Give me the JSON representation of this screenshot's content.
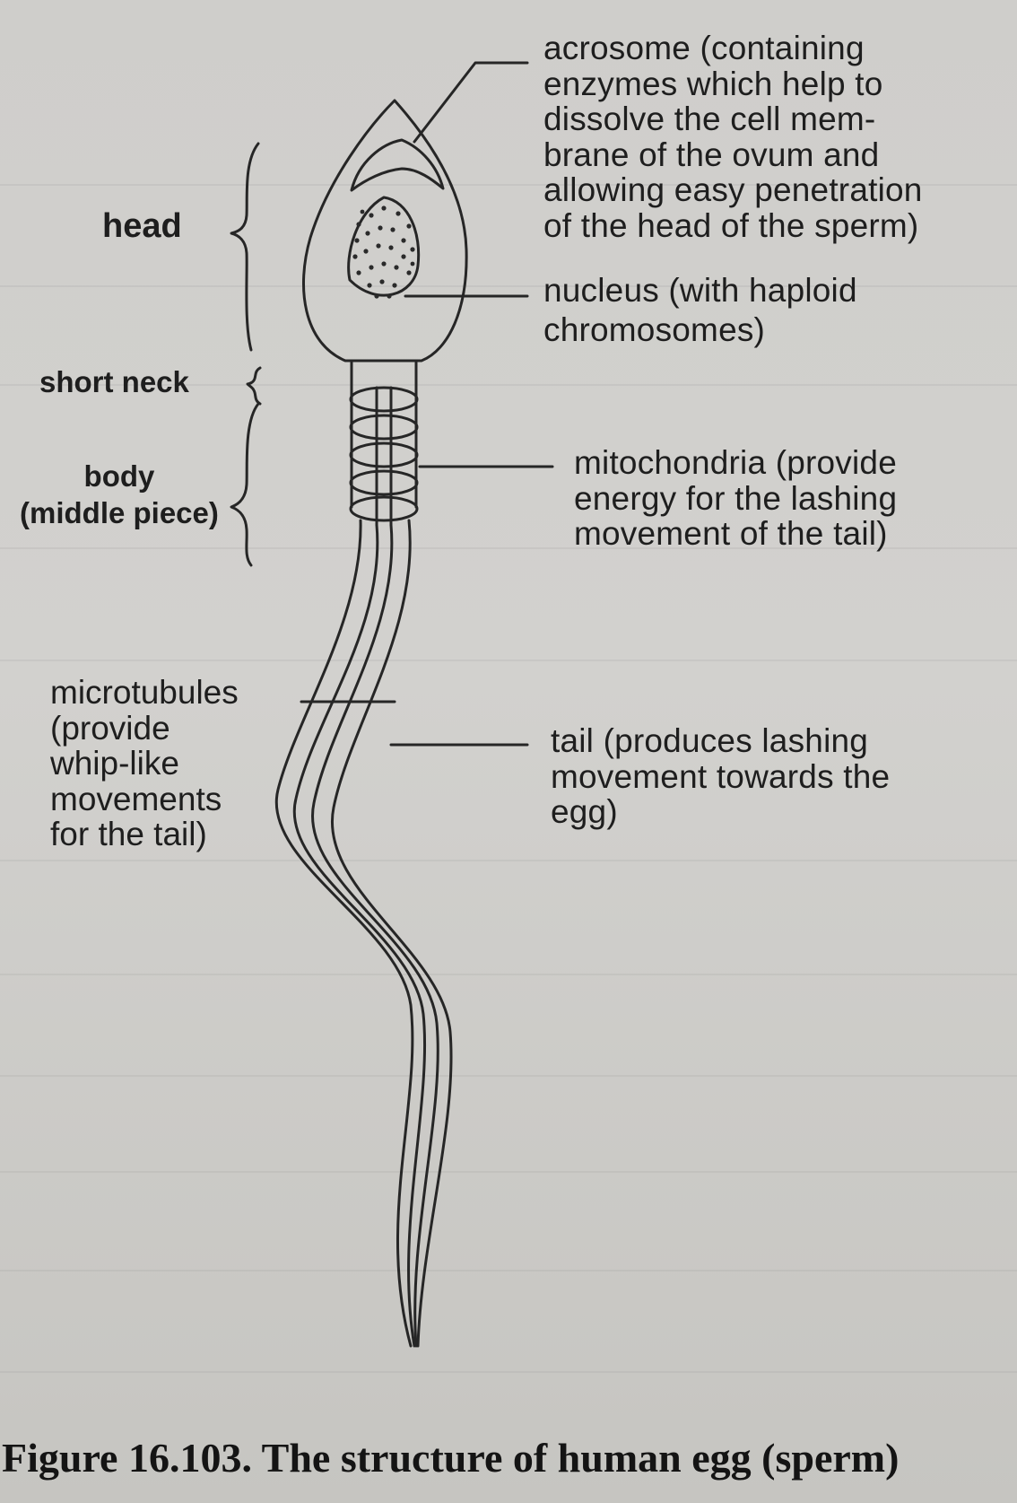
{
  "colors": {
    "paper": "#cfcecb",
    "ink": "#1e1e1e"
  },
  "labels": {
    "acrosome": "acrosome (containing\nenzymes which help to\ndissolve the cell mem-\nbrane of the ovum and\nallowing easy penetration\nof the head of the sperm)",
    "nucleus": "nucleus (with haploid\nchromosomes)",
    "mitochondria": "mitochondria (provide\nenergy for the lashing\nmovement of the tail)",
    "tail": "tail (produces lashing\nmovement  towards the\negg)",
    "head": "head",
    "short_neck": "short neck",
    "body": "body\n(middle piece)",
    "microtubules": "microtubules\n(provide\nwhip-like\nmovements\nfor the tail)"
  },
  "caption": "Figure 16.103. The structure of human egg (sperm)"
}
